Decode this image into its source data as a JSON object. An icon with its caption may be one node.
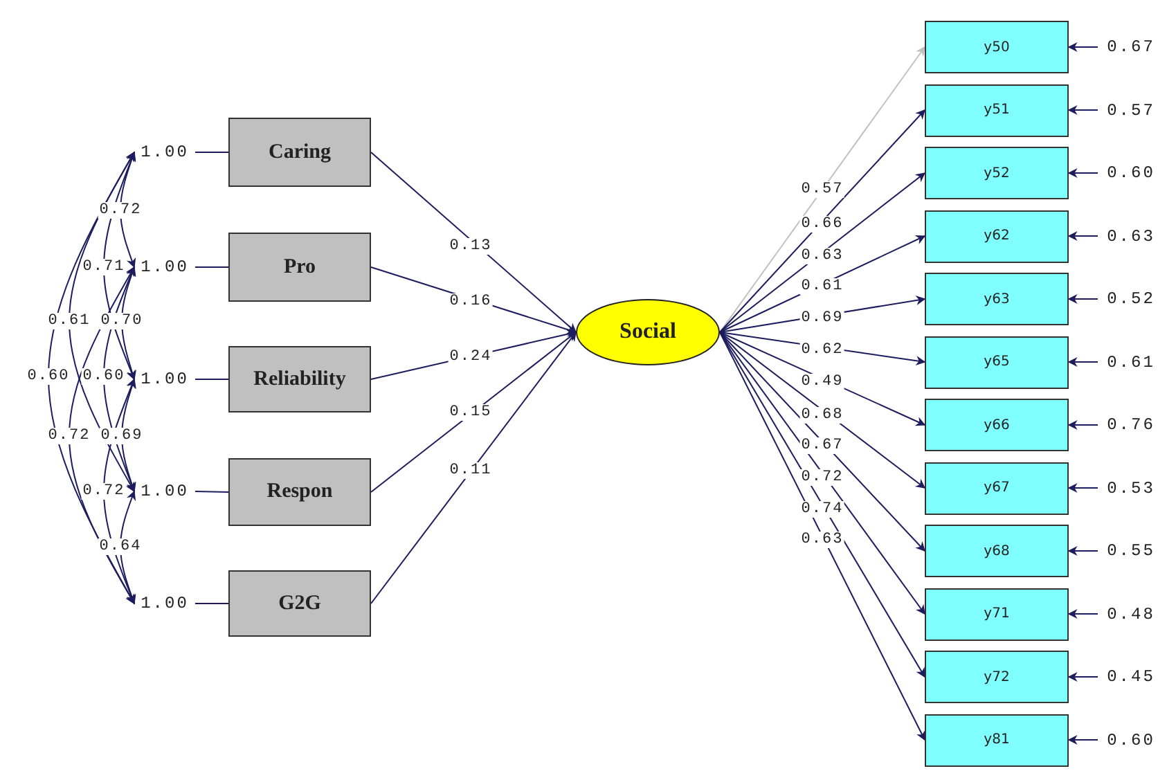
{
  "diagram": {
    "nodes": [
      {
        "text": [
          "Caring"
        ]
      },
      {
        "text": [
          "Pro"
        ]
      },
      {
        "text": [
          "Reliability"
        ]
      },
      {
        "text": [
          "Respon"
        ]
      },
      {
        "text": [
          "G2G"
        ]
      },
      {
        "text": [
          "Social"
        ]
      },
      {
        "text": [
          "y50"
        ]
      },
      {
        "text": [
          "y51"
        ]
      },
      {
        "text": [
          "y52"
        ]
      },
      {
        "text": [
          "y62"
        ]
      },
      {
        "text": [
          "y63"
        ]
      },
      {
        "text": [
          "y65"
        ]
      },
      {
        "text": [
          "y66"
        ]
      },
      {
        "text": [
          "y67"
        ]
      },
      {
        "text": [
          "y68"
        ]
      },
      {
        "text": [
          "y71"
        ]
      },
      {
        "text": [
          "y72"
        ]
      },
      {
        "text": [
          "y81"
        ]
      },
      {
        "text": [
          "1.00"
        ]
      },
      {
        "text": [
          "1.00"
        ]
      },
      {
        "text": [
          "1.00"
        ]
      },
      {
        "text": [
          "1.00"
        ]
      },
      {
        "text": [
          "1.00"
        ]
      },
      {
        "text": [
          "0.67"
        ]
      },
      {
        "text": [
          "0.57"
        ]
      },
      {
        "text": [
          "0.60"
        ]
      },
      {
        "text": [
          "0.63"
        ]
      },
      {
        "text": [
          "0.52"
        ]
      },
      {
        "text": [
          "0.61"
        ]
      },
      {
        "text": [
          "0.76"
        ]
      },
      {
        "text": [
          "0.53"
        ]
      },
      {
        "text": [
          "0.55"
        ]
      },
      {
        "text": [
          "0.48"
        ]
      },
      {
        "text": [
          "0.45"
        ]
      },
      {
        "text": [
          "0.60"
        ]
      }
    ],
    "edges": [
      {
        "from": 0,
        "to": 5,
        "arrow": "to",
        "label": "0.13"
      },
      {
        "from": 1,
        "to": 5,
        "arrow": "to",
        "label": "0.16"
      },
      {
        "from": 2,
        "to": 5,
        "arrow": "to",
        "label": "0.24"
      },
      {
        "from": 3,
        "to": 5,
        "arrow": "to",
        "label": "0.15"
      },
      {
        "from": 4,
        "to": 5,
        "arrow": "to",
        "label": "0.11"
      },
      {
        "from": 5,
        "to": 6,
        "arrow": "to",
        "label": "0.57",
        "color": "#c0c0c0"
      },
      {
        "from": 5,
        "to": 7,
        "arrow": "to",
        "label": "0.66"
      },
      {
        "from": 5,
        "to": 8,
        "arrow": "to",
        "label": "0.63"
      },
      {
        "from": 5,
        "to": 9,
        "arrow": "to",
        "label": "0.61"
      },
      {
        "from": 5,
        "to": 10,
        "arrow": "to",
        "label": "0.69"
      },
      {
        "from": 5,
        "to": 11,
        "arrow": "to",
        "label": "0.62"
      },
      {
        "from": 5,
        "to": 12,
        "arrow": "to",
        "label": "0.49"
      },
      {
        "from": 5,
        "to": 13,
        "arrow": "to",
        "label": "0.68"
      },
      {
        "from": 5,
        "to": 14,
        "arrow": "to",
        "label": "0.67"
      },
      {
        "from": 5,
        "to": 15,
        "arrow": "to",
        "label": "0.72"
      },
      {
        "from": 5,
        "to": 16,
        "arrow": "to",
        "label": "0.74"
      },
      {
        "from": 5,
        "to": 17,
        "arrow": "to",
        "label": "0.63"
      },
      {
        "from": 23,
        "to": 6,
        "arrow": "to"
      },
      {
        "from": 24,
        "to": 7,
        "arrow": "to"
      },
      {
        "from": 25,
        "to": 8,
        "arrow": "to"
      },
      {
        "from": 26,
        "to": 9,
        "arrow": "to"
      },
      {
        "from": 27,
        "to": 10,
        "arrow": "to"
      },
      {
        "from": 28,
        "to": 11,
        "arrow": "to"
      },
      {
        "from": 29,
        "to": 12,
        "arrow": "to"
      },
      {
        "from": 30,
        "to": 13,
        "arrow": "to"
      },
      {
        "from": 31,
        "to": 14,
        "arrow": "to"
      },
      {
        "from": 32,
        "to": 15,
        "arrow": "to"
      },
      {
        "from": 33,
        "to": 16,
        "arrow": "to"
      },
      {
        "from": 34,
        "to": 17,
        "arrow": "to"
      },
      {
        "from": 18,
        "to": 0,
        "arrow": "none"
      },
      {
        "from": 19,
        "to": 1,
        "arrow": "none"
      },
      {
        "from": 20,
        "to": 2,
        "arrow": "none"
      },
      {
        "from": 21,
        "to": 3,
        "arrow": "none"
      },
      {
        "from": 22,
        "to": 4,
        "arrow": "none"
      },
      {
        "from": 18,
        "to": 19,
        "arrow": "both",
        "label": "0.72"
      },
      {
        "from": 18,
        "to": 20,
        "arrow": "both",
        "label": "0.71"
      },
      {
        "from": 18,
        "to": 21,
        "arrow": "both",
        "label": "0.61"
      },
      {
        "from": 19,
        "to": 20,
        "arrow": "both",
        "label": "0.70"
      },
      {
        "from": 18,
        "to": 22,
        "arrow": "both",
        "label": "0.60"
      },
      {
        "from": 19,
        "to": 21,
        "arrow": "both",
        "label": "0.60"
      },
      {
        "from": 19,
        "to": 22,
        "arrow": "both",
        "label": "0.72"
      },
      {
        "from": 20,
        "to": 21,
        "arrow": "both",
        "label": "0.69"
      },
      {
        "from": 20,
        "to": 22,
        "arrow": "both",
        "label": "0.72"
      },
      {
        "from": 21,
        "to": 22,
        "arrow": "both",
        "label": "0.64"
      }
    ]
  }
}
